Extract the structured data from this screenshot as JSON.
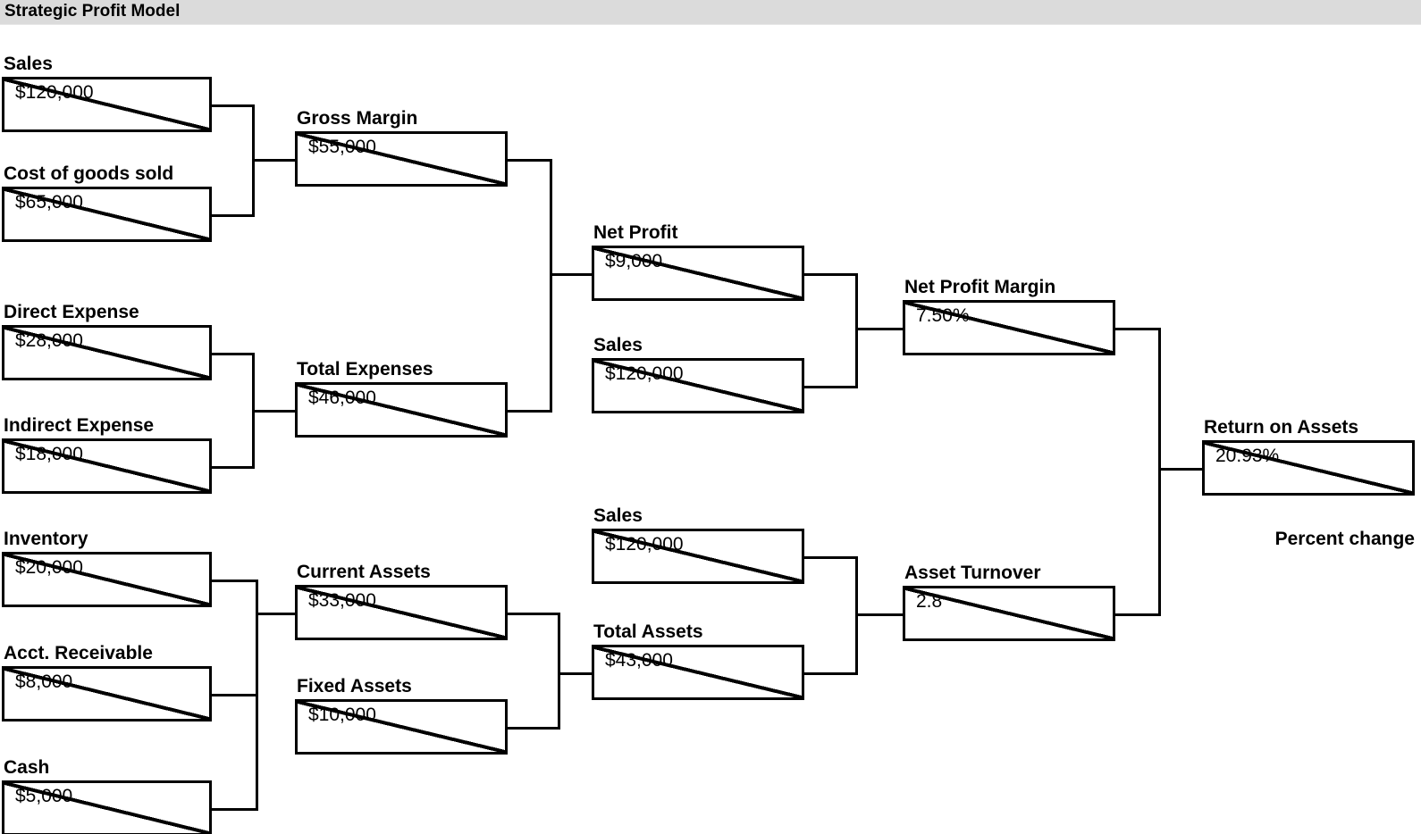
{
  "title": "Strategic Profit Model",
  "annotation": "Percent change",
  "colors": {
    "title_bar_bg": "#dbdbdb",
    "line": "#000000",
    "box_fill": "#ffffff",
    "text": "#000000"
  },
  "nodes": {
    "sales_top": {
      "label": "Sales",
      "value": "$120,000"
    },
    "cogs": {
      "label": "Cost of goods sold",
      "value": "$65,000"
    },
    "direct_expense": {
      "label": "Direct Expense",
      "value": "$28,000"
    },
    "indirect_expense": {
      "label": "Indirect Expense",
      "value": "$18,000"
    },
    "inventory": {
      "label": "Inventory",
      "value": "$20,000"
    },
    "acct_receivable": {
      "label": "Acct. Receivable",
      "value": "$8,000"
    },
    "cash": {
      "label": "Cash",
      "value": "$5,000"
    },
    "gross_margin": {
      "label": "Gross Margin",
      "value": "$55,000"
    },
    "total_expenses": {
      "label": "Total Expenses",
      "value": "$46,000"
    },
    "current_assets": {
      "label": "Current Assets",
      "value": "$33,000"
    },
    "fixed_assets": {
      "label": "Fixed Assets",
      "value": "$10,000"
    },
    "net_profit": {
      "label": "Net Profit",
      "value": "$9,000"
    },
    "sales_mid": {
      "label": "Sales",
      "value": "$120,000"
    },
    "sales_low": {
      "label": "Sales",
      "value": "$120,000"
    },
    "total_assets": {
      "label": "Total Assets",
      "value": "$43,000"
    },
    "net_profit_margin": {
      "label": "Net Profit Margin",
      "value": "7.50%"
    },
    "asset_turnover": {
      "label": "Asset Turnover",
      "value": "2.8"
    },
    "return_on_assets": {
      "label": "Return on Assets",
      "value": "20.93%"
    }
  },
  "edges": [
    "Sales + Cost of goods sold -> Gross Margin",
    "Direct Expense + Indirect Expense -> Total Expenses",
    "Gross Margin + Total Expenses -> Net Profit",
    "Net Profit + Sales -> Net Profit Margin",
    "Inventory + Acct. Receivable + Cash -> Current Assets",
    "Current Assets + Fixed Assets -> Total Assets",
    "Sales + Total Assets -> Asset Turnover",
    "Net Profit Margin + Asset Turnover -> Return on Assets"
  ]
}
